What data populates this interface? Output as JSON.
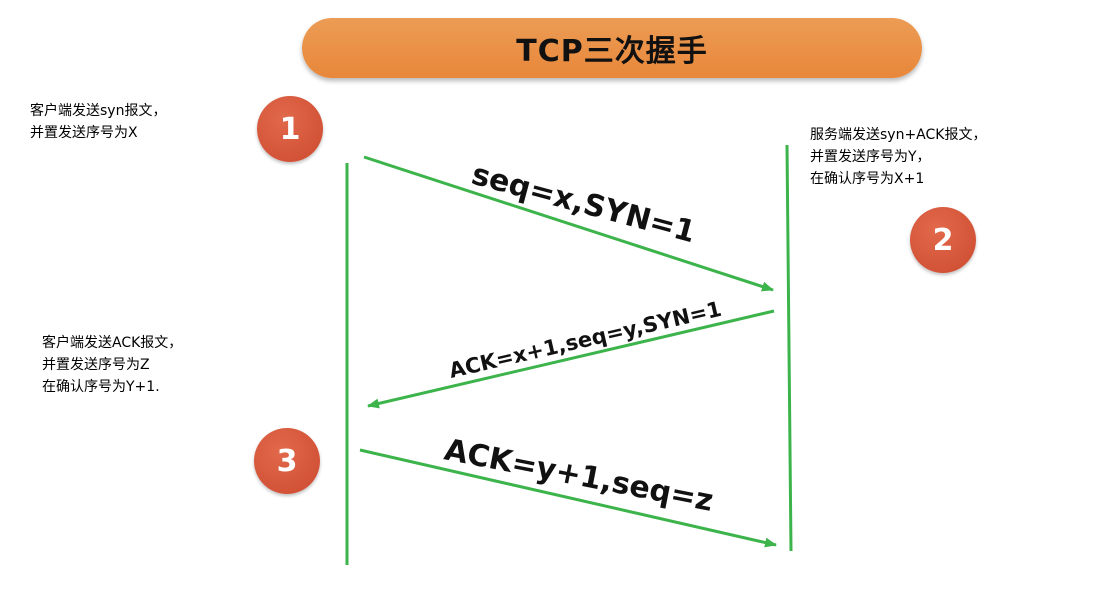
{
  "title": "TCP三次握手",
  "colors": {
    "banner": "#e8873a",
    "badge": "#d9583a",
    "line": "#3cb44b",
    "text": "#111111"
  },
  "steps": [
    {
      "number": "1",
      "note_lines": [
        "客户端发送syn报文，",
        "并置发送序号为X"
      ]
    },
    {
      "number": "2",
      "note_lines": [
        "服务端发送syn+ACK报文，",
        "并置发送序号为Y，",
        "在确认序号为X+1"
      ]
    },
    {
      "number": "3",
      "note_lines": [
        "客户端发送ACK报文，",
        "并置发送序号为Z",
        "在确认序号为Y+1."
      ]
    }
  ],
  "messages": [
    {
      "label": "seq=x,SYN=1",
      "direction": "client-to-server"
    },
    {
      "label": "ACK=x+1,seq=y,SYN=1",
      "direction": "server-to-client"
    },
    {
      "label": "ACK=y+1,seq=z",
      "direction": "client-to-server"
    }
  ]
}
